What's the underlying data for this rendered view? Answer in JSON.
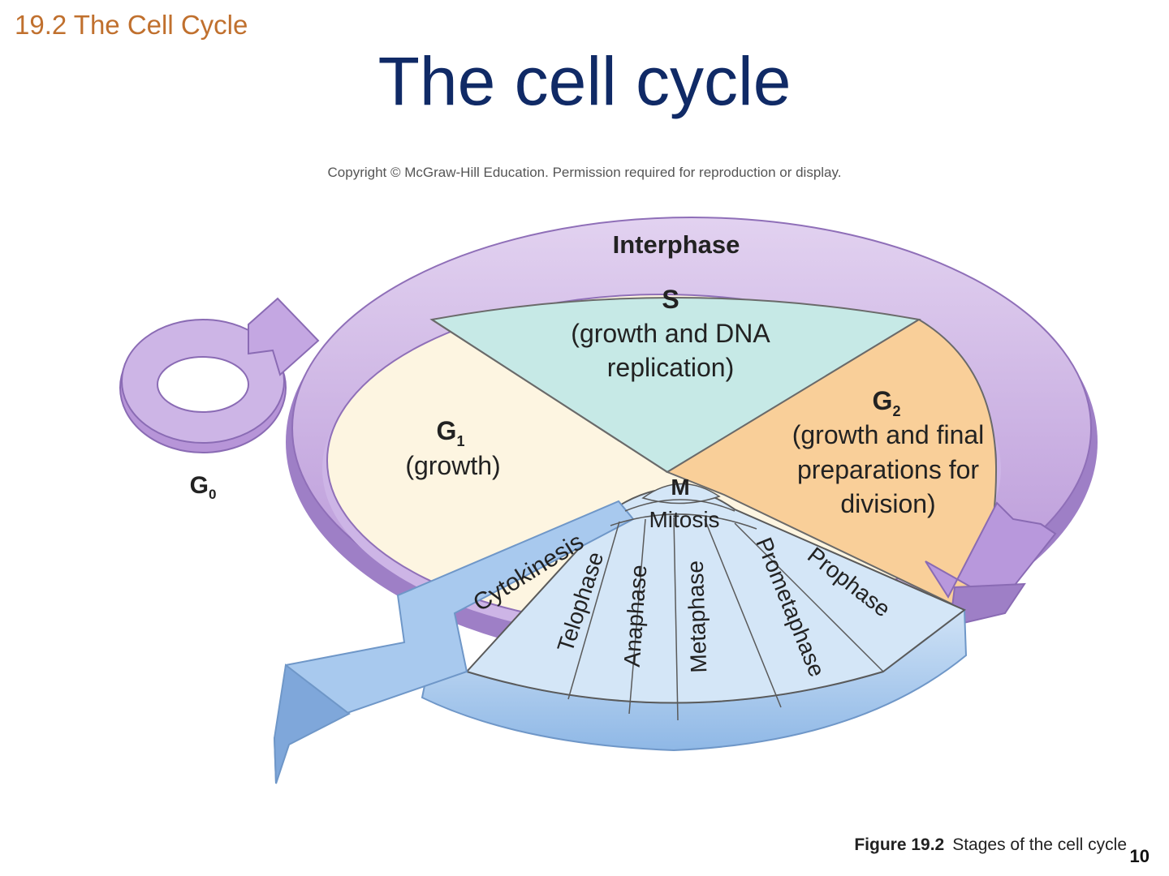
{
  "header": {
    "section": "19.2 The Cell Cycle",
    "title": "The cell cycle",
    "copyright": "Copyright © McGraw-Hill Education. Permission required for reproduction or display."
  },
  "diagram": {
    "interphase": "Interphase",
    "s_title": "S",
    "s_line1": "(growth and DNA",
    "s_line2": "replication)",
    "g1_title": "G",
    "g1_sub": "1",
    "g1_desc": "(growth)",
    "g2_title": "G",
    "g2_sub": "2",
    "g2_line1": "(growth and final",
    "g2_line2": "preparations for",
    "g2_line3": "division)",
    "g0_title": "G",
    "g0_sub": "0",
    "m_title": "M",
    "mitosis": "Mitosis",
    "cytokinesis": "Cytokinesis",
    "phases": [
      "Telophase",
      "Anaphase",
      "Metaphase",
      "Prometaphase",
      "Prophase"
    ]
  },
  "footer": {
    "figure_label": "Figure 19.2",
    "figure_caption": "Stages of the cell cycle",
    "page_number": "10"
  },
  "colors": {
    "section": "#c0702e",
    "title": "#102a66",
    "ring": "#c9ace0",
    "s_phase": "#c6e9e6",
    "g1_phase": "#fdf5e1",
    "g2_phase": "#f9cf99",
    "mitosis": "#d4e6f7"
  }
}
